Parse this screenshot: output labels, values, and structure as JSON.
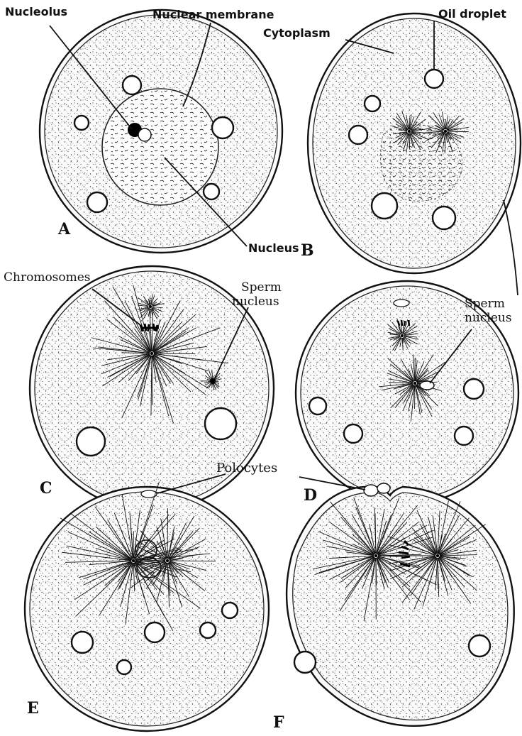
{
  "labels": {
    "nucleolus": "Nucleolus",
    "nuclear_membrane": "Nuclear membrane",
    "oil_droplet": "Oil droplet",
    "cytoplasm": "Cytoplasm",
    "nucleus": "Nucleus",
    "chromosomes": "Chromosomes",
    "sperm_nucleus_c_line1": "Sperm",
    "sperm_nucleus_c_line2": "nucleus",
    "sperm_nucleus_d_line1": "Sperm",
    "sperm_nucleus_d_line2": "nucleus",
    "polocytes": "Polocytes"
  },
  "panels": [
    "A",
    "B",
    "C",
    "D",
    "E",
    "F"
  ]
}
